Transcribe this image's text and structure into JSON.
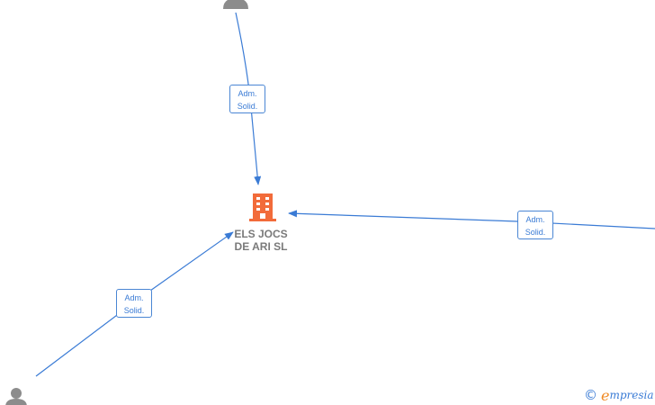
{
  "company": {
    "name_line1": "ELS JOCS",
    "name_line2": "DE ARI  SL",
    "icon": "building-icon",
    "icon_color": "#f26b3a"
  },
  "edges": [
    {
      "label_line1": "Adm.",
      "label_line2": "Solid.",
      "from": "person-top"
    },
    {
      "label_line1": "Adm.",
      "label_line2": "Solid.",
      "from": "person-right"
    },
    {
      "label_line1": "Adm.",
      "label_line2": "Solid.",
      "from": "person-bottom-left"
    }
  ],
  "people": [
    {
      "id": "person-top",
      "icon": "person-icon"
    },
    {
      "id": "person-right",
      "icon": "person-icon"
    },
    {
      "id": "person-bottom-left",
      "icon": "person-icon"
    }
  ],
  "colors": {
    "edge": "#3a7bd5",
    "person": "#8c8c8c",
    "label_border": "#4a86d4"
  },
  "watermark": {
    "copyright": "©",
    "brand_initial": "e",
    "brand_rest": "mpresia"
  }
}
